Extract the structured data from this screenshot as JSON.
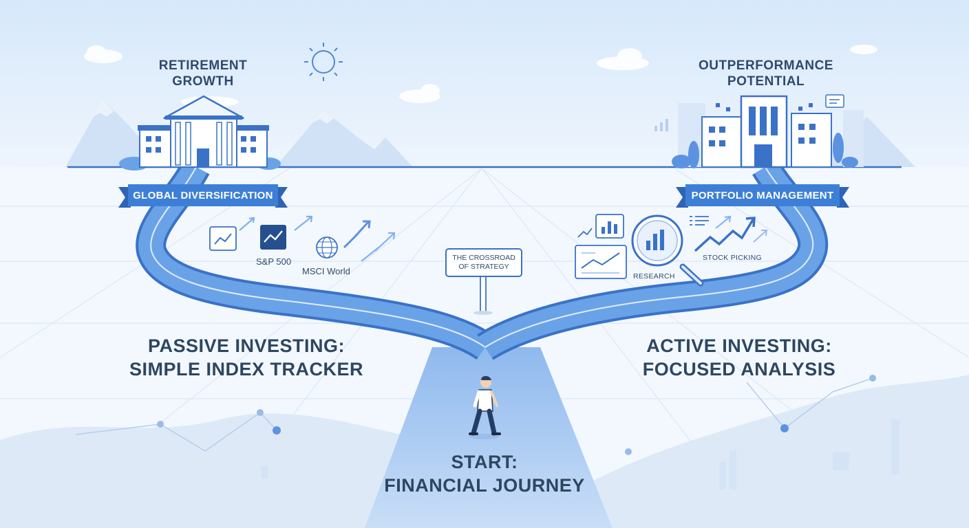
{
  "colors": {
    "road": "#5b93e0",
    "road_dark": "#3a72c7",
    "ribbon": "#3d7fd6",
    "text": "#2f4a6b",
    "sky": "#dcebfb",
    "ground": "#eef5fd"
  },
  "destinations": {
    "left": {
      "title_line1": "RETIREMENT",
      "title_line2": "GROWTH",
      "icon": "bank-building-icon"
    },
    "right": {
      "title_line1": "OUTPERFORMANCE",
      "title_line2": "POTENTIAL",
      "icon": "office-buildings-icon"
    }
  },
  "ribbons": {
    "left": "GLOBAL DIVERSIFICATION",
    "right": "PORTFOLIO MANAGEMENT"
  },
  "passive_items": {
    "sp500": "S&P 500",
    "msci": "MSCI World"
  },
  "active_items": {
    "research": "RESEARCH",
    "stock_picking": "STOCK PICKING"
  },
  "signpost": {
    "line1": "THE CROSSROAD",
    "line2": "OF STRATEGY"
  },
  "paths": {
    "passive_line1": "PASSIVE INVESTING:",
    "passive_line2": "SIMPLE INDEX TRACKER",
    "active_line1": "ACTIVE INVESTING:",
    "active_line2": "FOCUSED ANALYSIS"
  },
  "start": {
    "line1": "START:",
    "line2": "FINANCIAL JOURNEY"
  }
}
